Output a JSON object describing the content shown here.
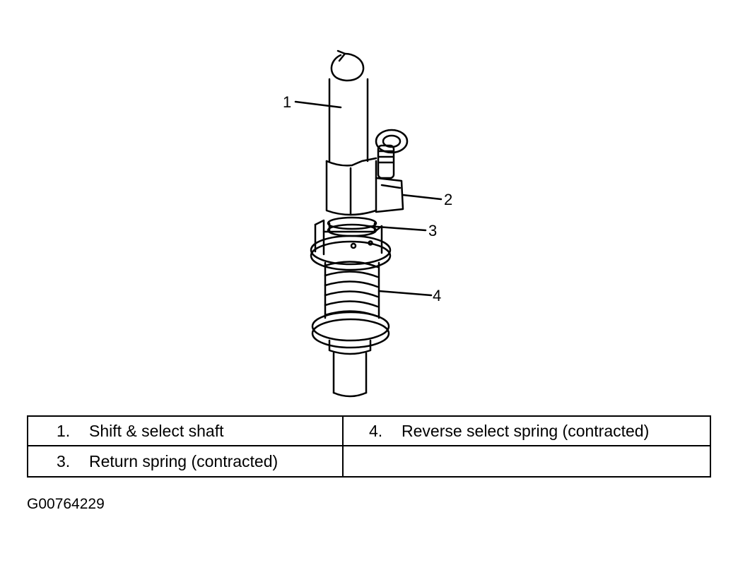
{
  "callouts": [
    "1",
    "2",
    "3",
    "4"
  ],
  "legend": {
    "rows": [
      [
        {
          "num": "1.",
          "text": "Shift & select shaft"
        },
        {
          "num": "4.",
          "text": "Reverse select spring (contracted)"
        }
      ],
      [
        {
          "num": "3.",
          "text": "Return spring (contracted)"
        },
        {
          "num": "",
          "text": ""
        }
      ]
    ]
  },
  "figure_code": "G00764229"
}
